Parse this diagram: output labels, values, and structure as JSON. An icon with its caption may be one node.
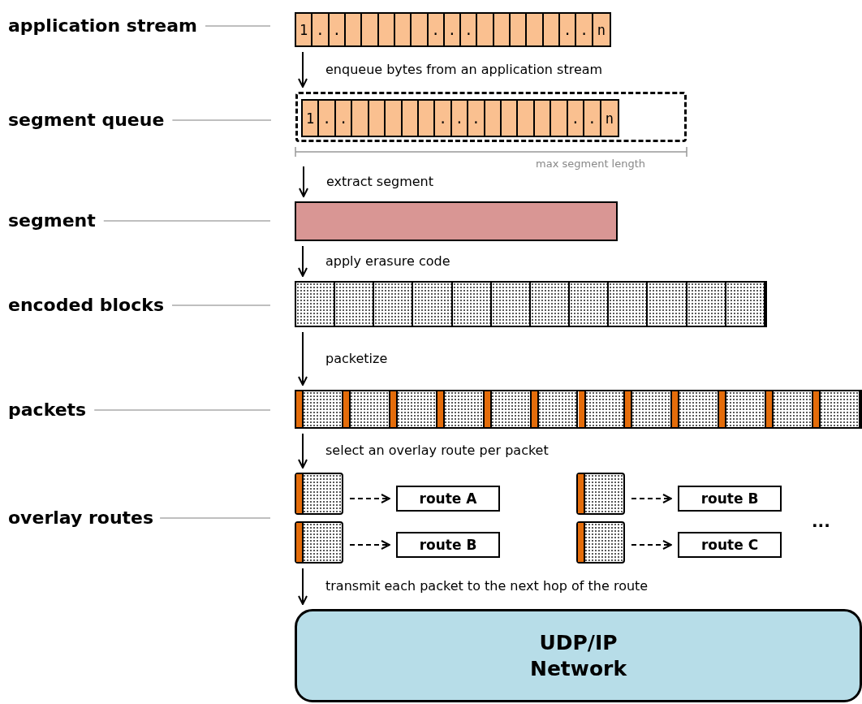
{
  "diagram": {
    "nodes": [
      {
        "text": [
          "application stream"
        ]
      },
      {
        "text": [
          "1",
          ".",
          ".",
          ".",
          ".",
          ".",
          ".",
          ".",
          "n"
        ]
      },
      {
        "text": [
          "segment queue"
        ]
      },
      {
        "text": [],
        "shape": "box"
      },
      {
        "text": [
          "1",
          ".",
          ".",
          ".",
          ".",
          ".",
          ".",
          ".",
          "n"
        ],
        "in": 3
      },
      {
        "text": [
          "segment"
        ]
      },
      {
        "text": [],
        "shape": "bar"
      },
      {
        "text": [
          "encoded blocks"
        ]
      },
      {
        "text": [],
        "shape": "bar"
      },
      {
        "text": [
          "packets"
        ]
      },
      {
        "text": [],
        "shape": "bar"
      },
      {
        "text": [
          "overlay routes"
        ]
      },
      {
        "text": [],
        "shape": "box"
      },
      {
        "text": [
          "route A"
        ]
      },
      {
        "text": [],
        "shape": "box"
      },
      {
        "text": [
          "route B"
        ]
      },
      {
        "text": [],
        "shape": "box"
      },
      {
        "text": [
          "route B"
        ]
      },
      {
        "text": [],
        "shape": "box"
      },
      {
        "text": [
          "route C"
        ]
      },
      {
        "text": [
          "UDP/IP Network"
        ]
      }
    ],
    "edges": [
      {
        "from": 0,
        "to": 1,
        "arrow": "none",
        "color": "#808080"
      },
      {
        "from": 1,
        "to": 3,
        "arrow": "to",
        "label": "enqueue bytes from an application stream"
      },
      {
        "from": 2,
        "to": 3,
        "arrow": "none",
        "color": "#808080"
      },
      {
        "from": 3,
        "to": 6,
        "arrow": "to",
        "label": "extract segment"
      },
      {
        "from": 5,
        "to": 6,
        "arrow": "none",
        "color": "#808080"
      },
      {
        "from": 6,
        "to": 8,
        "arrow": "to",
        "label": "apply erasure code"
      },
      {
        "from": 7,
        "to": 8,
        "arrow": "none",
        "color": "#808080"
      },
      {
        "from": 8,
        "to": 10,
        "arrow": "to",
        "label": "packetize"
      },
      {
        "from": 9,
        "to": 10,
        "arrow": "none",
        "color": "#808080"
      },
      {
        "from": 10,
        "to": 12,
        "arrow": "to",
        "label": "select an overlay route per packet"
      },
      {
        "from": 11,
        "to": null,
        "arrow": "none",
        "color": "#808080"
      },
      {
        "from": 12,
        "to": 13,
        "arrow": "to",
        "style": "dashed"
      },
      {
        "from": 14,
        "to": 15,
        "arrow": "to",
        "style": "dashed"
      },
      {
        "from": 16,
        "to": 17,
        "arrow": "to",
        "style": "dashed"
      },
      {
        "from": 18,
        "to": 19,
        "arrow": "to",
        "style": "dashed"
      },
      {
        "from": 16,
        "to": 20,
        "arrow": "to",
        "label": "transmit each packet to the next hop of the route"
      }
    ],
    "labels": [
      "max segment length",
      "..."
    ]
  }
}
